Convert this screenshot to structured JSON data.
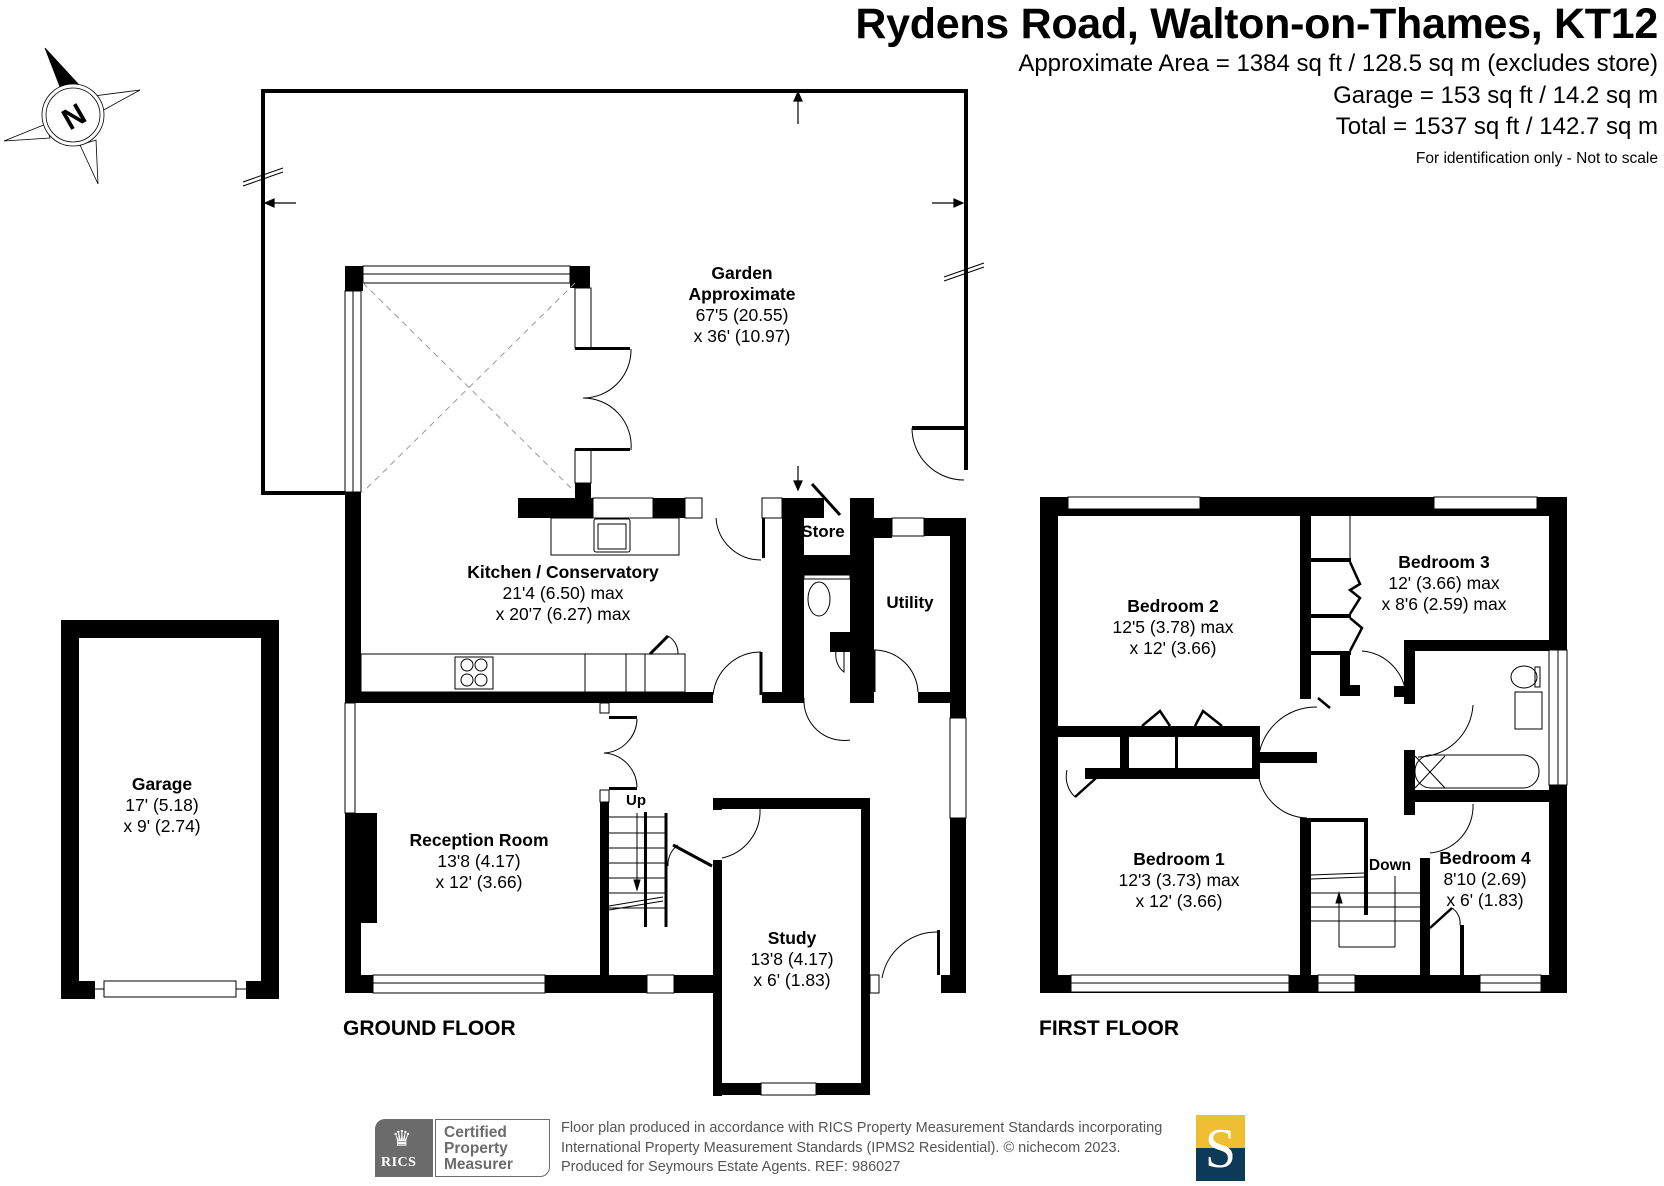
{
  "header": {
    "title": "Rydens Road, Walton-on-Thames, KT12",
    "area_lines": [
      "Approximate Area = 1384 sq ft / 128.5 sq m (excludes store)",
      "Garage = 153 sq ft / 14.2 sq m",
      "Total = 1537 sq ft / 142.7 sq m"
    ],
    "note": "For identification only - Not to scale"
  },
  "compass": {
    "label": "N",
    "icon": "north-arrow-compass-icon"
  },
  "ground_floor": {
    "label": "GROUND FLOOR",
    "rooms": [
      {
        "name": "Garden",
        "name2": "Approximate",
        "dim1": "67'5 (20.55)",
        "dim2": "x 36' (10.97)"
      },
      {
        "name": "Kitchen / Conservatory",
        "dim1": "21'4 (6.50) max",
        "dim2": "x 20'7 (6.27) max"
      },
      {
        "name": "Reception Room",
        "dim1": "13'8 (4.17)",
        "dim2": "x 12' (3.66)"
      },
      {
        "name": "Study",
        "dim1": "13'8 (4.17)",
        "dim2": "x 6' (1.83)"
      }
    ],
    "small_labels": {
      "store": "Store",
      "utility": "Utility",
      "stairs": "Up"
    }
  },
  "garage": {
    "name": "Garage",
    "dim1": "17' (5.18)",
    "dim2": "x 9' (2.74)"
  },
  "first_floor": {
    "label": "FIRST FLOOR",
    "rooms": [
      {
        "name": "Bedroom 2",
        "dim1": "12'5 (3.78) max",
        "dim2": "x 12' (3.66)"
      },
      {
        "name": "Bedroom 3",
        "dim1": "12' (3.66) max",
        "dim2": "x 8'6 (2.59) max"
      },
      {
        "name": "Bedroom 1",
        "dim1": "12'3 (3.73) max",
        "dim2": "x 12' (3.66)"
      },
      {
        "name": "Bedroom 4",
        "dim1": "8'10 (2.69)",
        "dim2": "x 6' (1.83)"
      }
    ],
    "small_labels": {
      "stairs": "Down"
    }
  },
  "footer": {
    "badge": {
      "org": "RICS",
      "line1": "Certified",
      "line2": "Property",
      "line3": "Measurer"
    },
    "lines": [
      "Floor plan produced in accordance with RICS Property Measurement Standards incorporating",
      "International Property Measurement Standards (IPMS2 Residential).   © nichecom 2023.",
      "Produced for Seymours Estate Agents.   REF:  986027"
    ],
    "agent_logo": {
      "letter": "S",
      "top_color": "#F0BE32",
      "bottom_color": "#0E3A5A"
    }
  },
  "colors": {
    "wall": "#000000",
    "background": "#ffffff",
    "footer_text": "#555555",
    "badge_grey": "#6b6b6b"
  }
}
